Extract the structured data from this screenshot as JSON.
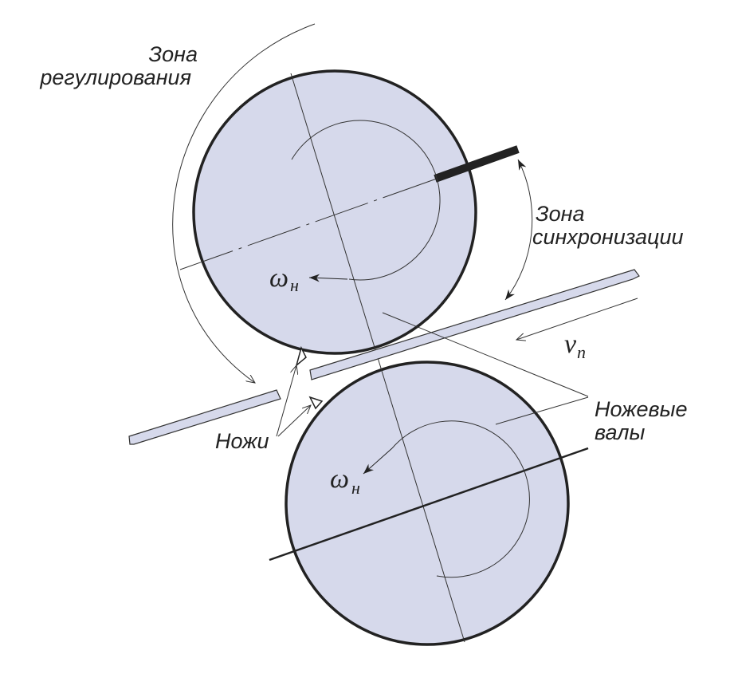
{
  "labels": {
    "regulation_zone_line1": "Зона",
    "regulation_zone_line2": "регулирования",
    "sync_zone_line1": "Зона",
    "sync_zone_line2": "синхронизации",
    "knives": "Ножи",
    "knife_shafts_line1": "Ножевые",
    "knife_shafts_line2": "валы"
  },
  "symbols": {
    "omega_upper": "ω",
    "omega_upper_sub": "н",
    "omega_lower": "ω",
    "omega_lower_sub": "н",
    "velocity": "v",
    "velocity_sub": "п"
  },
  "colors": {
    "roll_fill": "#d6d9eb",
    "outline": "#222222"
  }
}
